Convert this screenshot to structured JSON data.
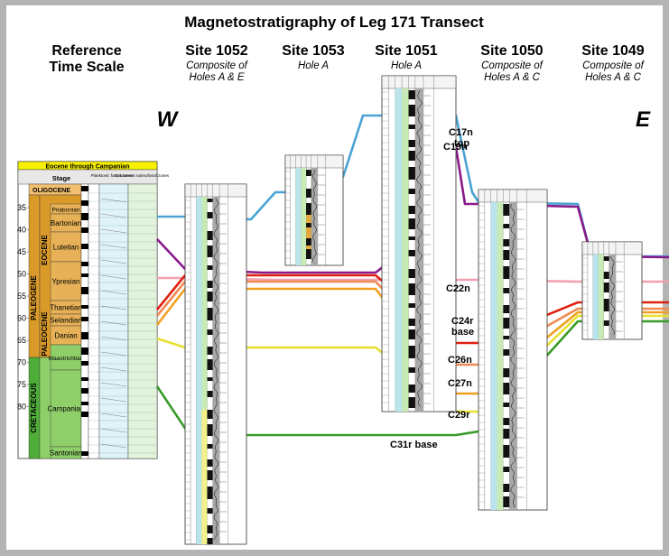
{
  "title": "Magnetostratigraphy of Leg 171 Transect",
  "reference": {
    "title_line1": "Reference",
    "title_line2": "Time Scale",
    "bar_label": "Eocene through Campanian",
    "col_stage": "Stage",
    "col_forams": "Planktonic foram zones",
    "col_nanno": "Calcareous nannofossil zones",
    "ages": [
      "35",
      "40",
      "45",
      "50",
      "55",
      "60",
      "65",
      "70",
      "75",
      "80"
    ],
    "stages": [
      "Priabonian",
      "Bartonian",
      "Lutetian",
      "Ypresian",
      "Thanetian",
      "Selandian",
      "Danian",
      "Maastrichtian",
      "Campanian",
      "Santonian"
    ],
    "series": {
      "oligocene": "OLIGOCENE",
      "eocene": "EOCENE",
      "paleocene": "PALEOCENE",
      "paleogene": "PALEOGENE",
      "cretaceous": "CRETACEOUS"
    }
  },
  "sites": [
    {
      "id": "site-1052",
      "name": "Site 1052",
      "sub1": "Composite of",
      "sub2": "Holes A & E"
    },
    {
      "id": "site-1053",
      "name": "Site 1053",
      "sub1": "Hole A",
      "sub2": ""
    },
    {
      "id": "site-1051",
      "name": "Site 1051",
      "sub1": "Hole A",
      "sub2": ""
    },
    {
      "id": "site-1050",
      "name": "Site 1050",
      "sub1": "Composite of",
      "sub2": "Holes A & C"
    },
    {
      "id": "site-1049",
      "name": "Site 1049",
      "sub1": "Composite of",
      "sub2": "Holes A & C"
    }
  ],
  "directions": {
    "west": "W",
    "east": "E"
  },
  "chrons": {
    "c17n_top_1": "C17n",
    "c17n_top_2": "top",
    "c19n": "C19n",
    "c22n": "C22n",
    "c24r_base_1": "C24r",
    "c24r_base_2": "base",
    "c26n": "C26n",
    "c27n": "C27n",
    "c29r": "C29r",
    "c31r_base": "C31r base"
  },
  "colors": {
    "c17n_top": "#4aa3d4",
    "c19n": "#8a1a8a",
    "c22n": "#f4a0b0",
    "c24r_base": "#e02010",
    "c26n": "#f08a50",
    "c27n": "#f0a020",
    "c29r": "#e8e030",
    "c31r_base": "#3a9a2a",
    "eocene_fill": "#d99a2a",
    "cretaceous_fill": "#8fcf6a",
    "header_yellow": "#f7f000",
    "panel_gray": "#a8a8a8"
  }
}
